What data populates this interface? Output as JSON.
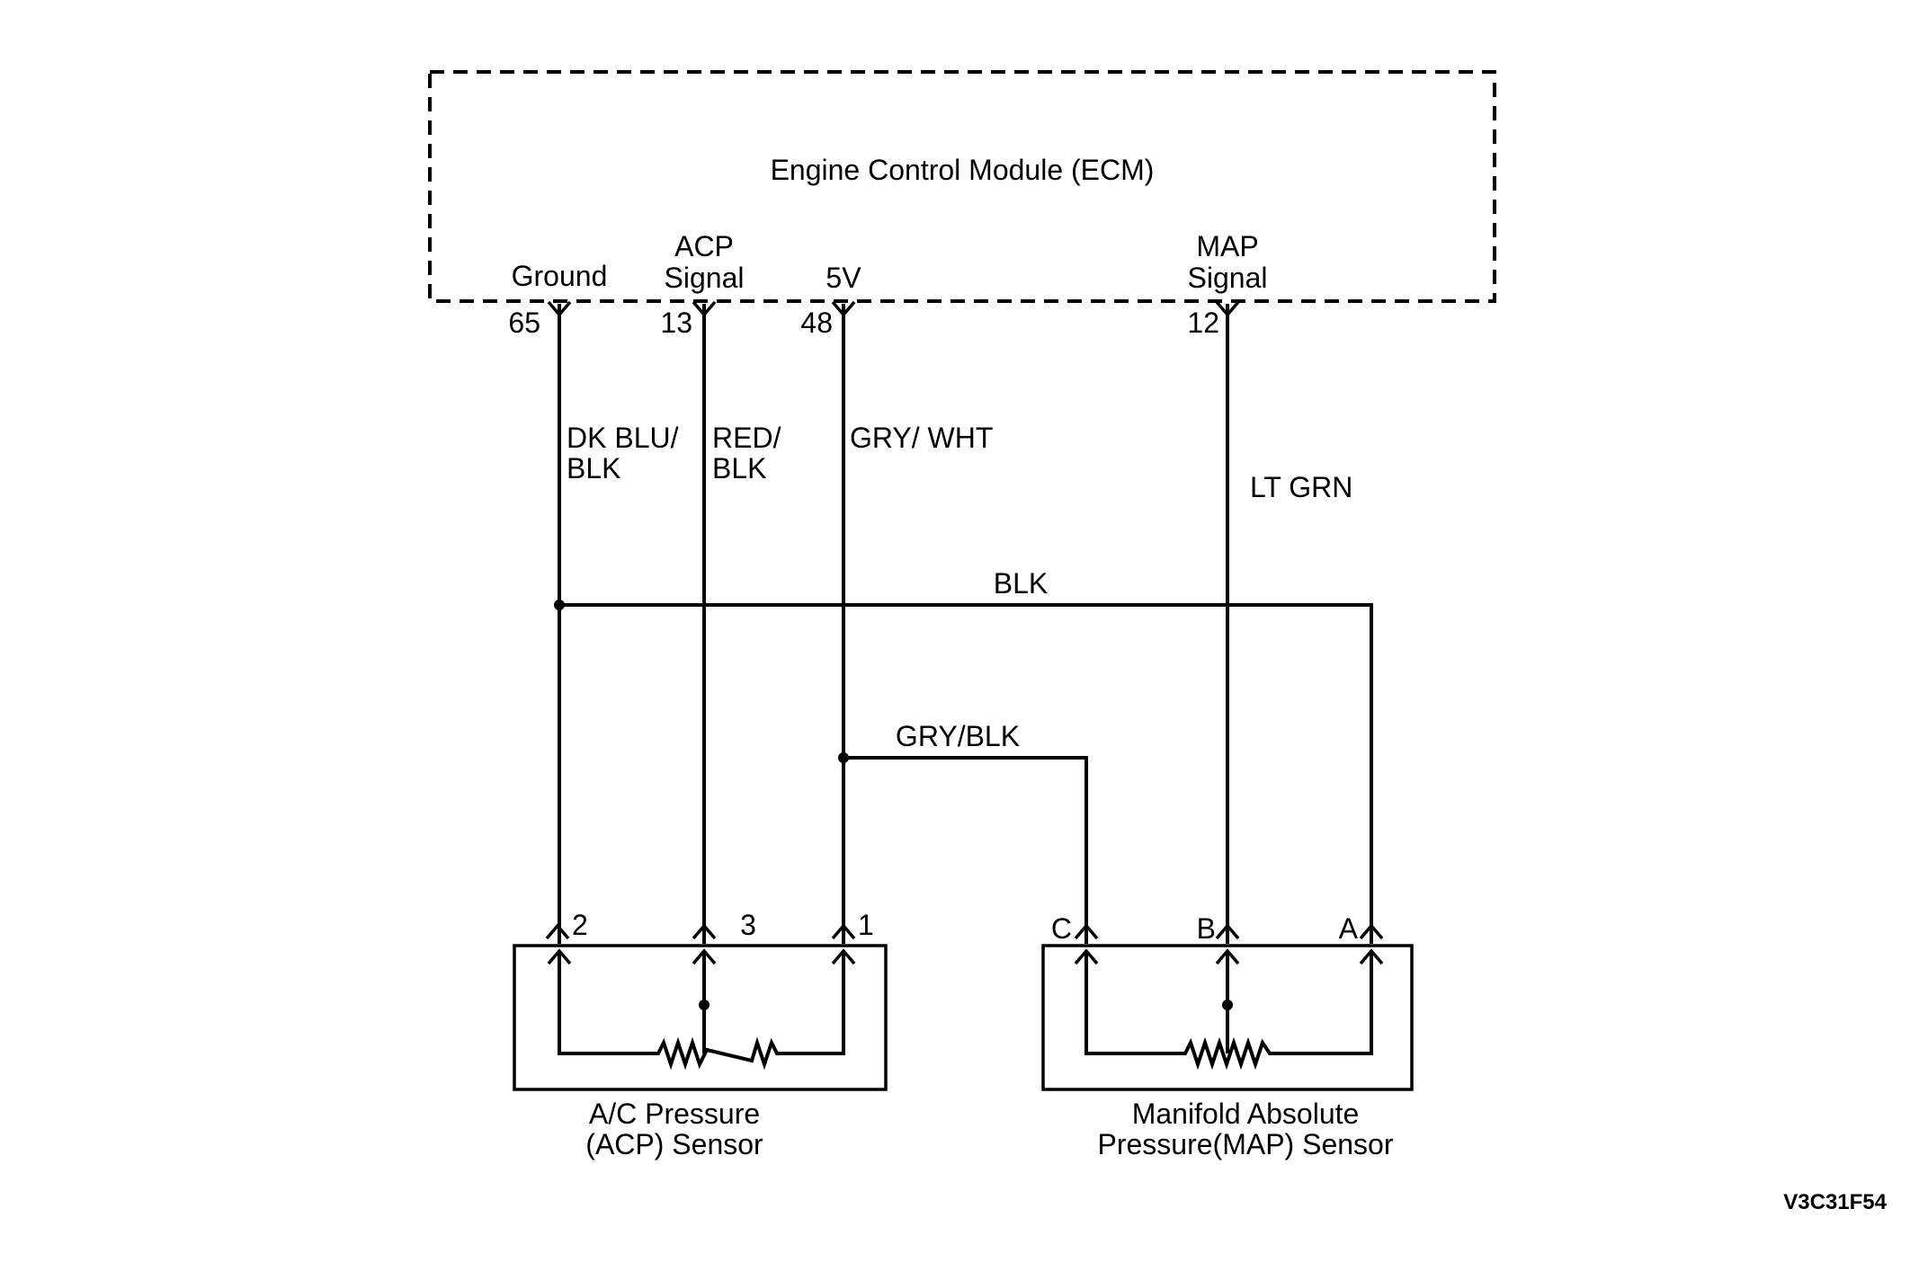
{
  "ecm": {
    "title": "Engine Control Module (ECM)"
  },
  "ecm_pins": [
    {
      "name_line1": "",
      "name_line2": "Ground",
      "pin": "65",
      "wire_color": [
        "DK BLU/",
        "BLK"
      ]
    },
    {
      "name_line1": "ACP",
      "name_line2": "Signal",
      "pin": "13",
      "wire_color": [
        "RED/",
        "BLK"
      ]
    },
    {
      "name_line1": "",
      "name_line2": "5V",
      "pin": "48",
      "wire_color": [
        "GRY/ WHT"
      ]
    },
    {
      "name_line1": "MAP",
      "name_line2": "Signal",
      "pin": "12",
      "wire_color": [
        "LT GRN"
      ]
    }
  ],
  "shared_wires": {
    "ground_bus": "BLK",
    "ref_branch": "GRY/BLK"
  },
  "acp_sensor": {
    "name_line1": "A/C Pressure",
    "name_line2": "(ACP) Sensor",
    "pins": [
      "2",
      "3",
      "1"
    ]
  },
  "map_sensor": {
    "name_line1": "Manifold Absolute",
    "name_line2": "Pressure(MAP) Sensor",
    "pins": [
      "C",
      "B",
      "A"
    ]
  },
  "figure_code": "V3C31F54",
  "colors": {
    "ink": "#000000",
    "background": "#ffffff"
  }
}
